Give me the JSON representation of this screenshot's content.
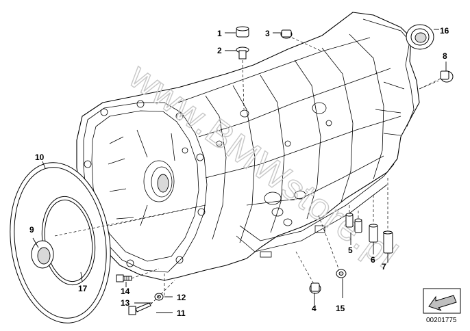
{
  "watermark": "www.BMWstore.pl",
  "document_number": "00201775",
  "callouts": [
    {
      "id": "1",
      "label": "1"
    },
    {
      "id": "2",
      "label": "2"
    },
    {
      "id": "3",
      "label": "3"
    },
    {
      "id": "4",
      "label": "4"
    },
    {
      "id": "5",
      "label": "5"
    },
    {
      "id": "6",
      "label": "6"
    },
    {
      "id": "7",
      "label": "7"
    },
    {
      "id": "8",
      "label": "8"
    },
    {
      "id": "9",
      "label": "9"
    },
    {
      "id": "10",
      "label": "10"
    },
    {
      "id": "11",
      "label": "11"
    },
    {
      "id": "12",
      "label": "12"
    },
    {
      "id": "13",
      "label": "13"
    },
    {
      "id": "14",
      "label": "14"
    },
    {
      "id": "15",
      "label": "15"
    },
    {
      "id": "16",
      "label": "16"
    },
    {
      "id": "17",
      "label": "17"
    }
  ],
  "icons": {
    "view_direction": "arrow-view-icon"
  }
}
